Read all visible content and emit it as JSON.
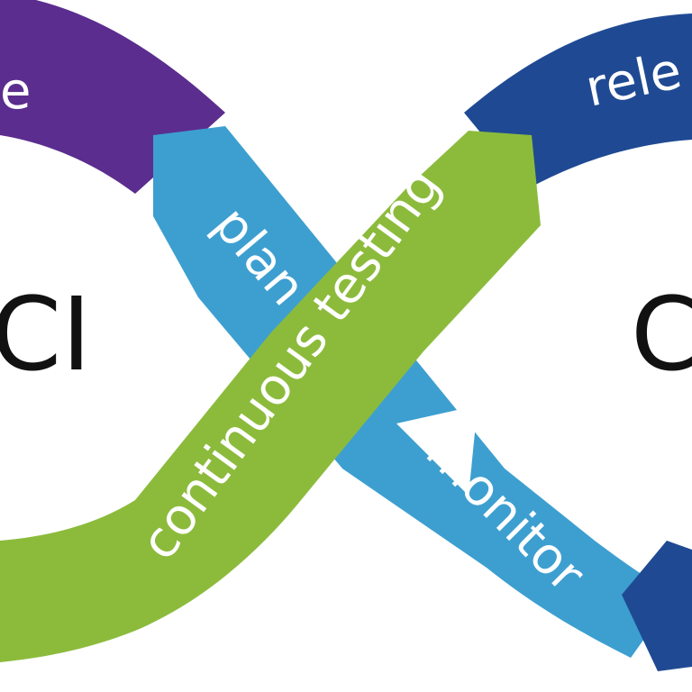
{
  "diagram": {
    "colors": {
      "purple": "#5b2d8e",
      "dark_blue": "#1f4a93",
      "light_blue": "#3d9fd0",
      "green": "#8cbb3c",
      "text_dark": "#111111",
      "text_light": "#ffffff"
    },
    "labels": {
      "left_center": "CI",
      "right_center": "C",
      "top_left_partial": "e",
      "top_right_partial": "rele",
      "plan": "plan",
      "monitor": "monitor",
      "continuous_testing": "continuous testing"
    }
  }
}
